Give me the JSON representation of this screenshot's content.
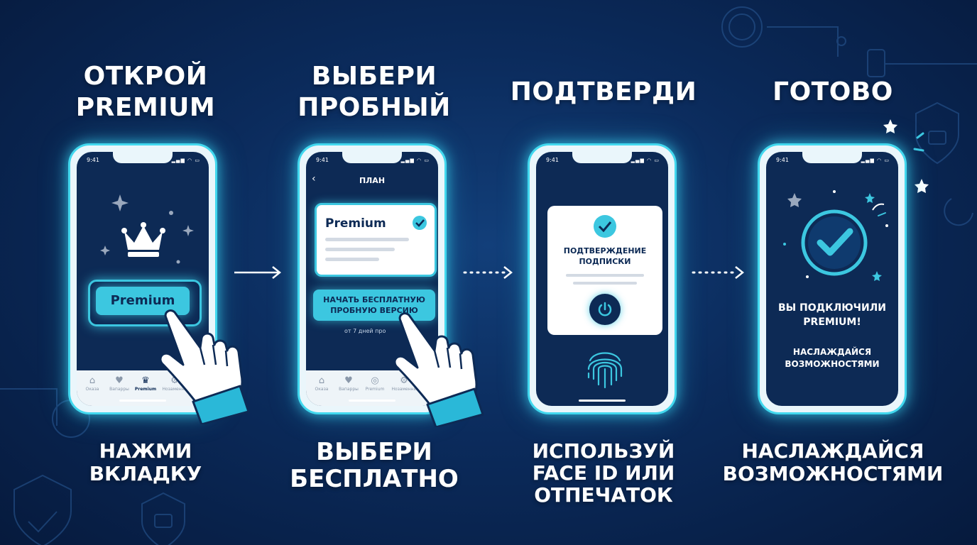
{
  "colors": {
    "background": "#0b2b5c",
    "accent": "#3cc7e0",
    "glow": "#42d8ee",
    "screen": "#0d2a55"
  },
  "status_time": "9:41",
  "steps": [
    {
      "title_lines": [
        "ОТКРОЙ",
        "PREMIUM"
      ],
      "caption_lines": [
        "НАЖМИ",
        "ВКЛАДКУ"
      ],
      "button_label": "Premium",
      "icon": "crown-icon",
      "tabs": [
        {
          "label": "Оказа",
          "icon": "home-icon"
        },
        {
          "label": "Вапарры",
          "icon": "heart-icon"
        },
        {
          "label": "Premium",
          "icon": "crown-icon"
        },
        {
          "label": "Нозаменни",
          "icon": "settings-icon"
        }
      ]
    },
    {
      "title_lines": [
        "ВЫБЕРИ",
        "ПРОБНЫЙ"
      ],
      "caption_lines": [
        "ВЫБЕРИ",
        "БЕСПЛАТНО"
      ],
      "header": "ПЛАН",
      "card_title": "Premium",
      "button_lines": [
        "НАЧАТЬ БЕСПЛАТНУЮ",
        "ПРОБНУЮ ВЕРСИЮ"
      ],
      "footnote": "от 7 дней про",
      "tabs": [
        {
          "label": "Оказа",
          "icon": "home-icon"
        },
        {
          "label": "Вапарры",
          "icon": "heart-icon"
        },
        {
          "label": "Premium",
          "icon": "crown-icon"
        },
        {
          "label": "Нозаменни",
          "icon": "settings-icon"
        }
      ]
    },
    {
      "title_lines": [
        "ПОДТВЕРДИ"
      ],
      "caption_lines": [
        "ИСПОЛЬЗУЙ",
        "FACE ID ИЛИ",
        "ОТПЕЧАТОК"
      ],
      "dialog_lines": [
        "ПОДТВЕРЖДЕНИЕ",
        "ПОДПИСКИ"
      ],
      "icon": "fingerprint-icon"
    },
    {
      "title_lines": [
        "ГОТОВО"
      ],
      "caption_lines": [
        "НАСЛАЖДАЙСЯ",
        "ВОЗМОЖНОСТЯМИ"
      ],
      "message_lines": [
        "ВЫ ПОДКЛЮЧИЛИ",
        "PREMIUM!"
      ],
      "sub_lines": [
        "НАСЛАЖДАЙСЯ",
        "ВОЗМОЖНОСТЯМИ"
      ],
      "icon": "check-circle-icon"
    }
  ]
}
